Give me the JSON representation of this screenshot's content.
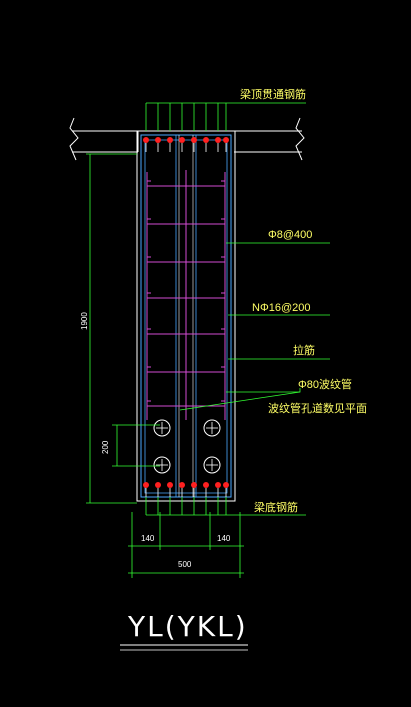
{
  "drawing": {
    "title": "YL(YKL)",
    "callouts": {
      "top_through_bars": "梁顶贯通钢筋",
      "stirrup": "Φ8@400",
      "side_bars": "NΦ16@200",
      "tie_bar": "拉筋",
      "duct": "Φ80波纹管",
      "duct_note": "波纹管孔道数见平面",
      "bottom_bars": "梁底钢筋"
    },
    "dimensions": {
      "height": "1900",
      "duct_spacing": "200",
      "edge_left": "140",
      "edge_right": "140",
      "width": "500"
    },
    "colors": {
      "background": "#000000",
      "section_outline": "#ffffff",
      "cover_line": "#4aa8ff",
      "stirrup": "#d24bd2",
      "rebar_dot": "#ff2020",
      "leader": "#33ff33",
      "text": "#ffff66"
    }
  }
}
